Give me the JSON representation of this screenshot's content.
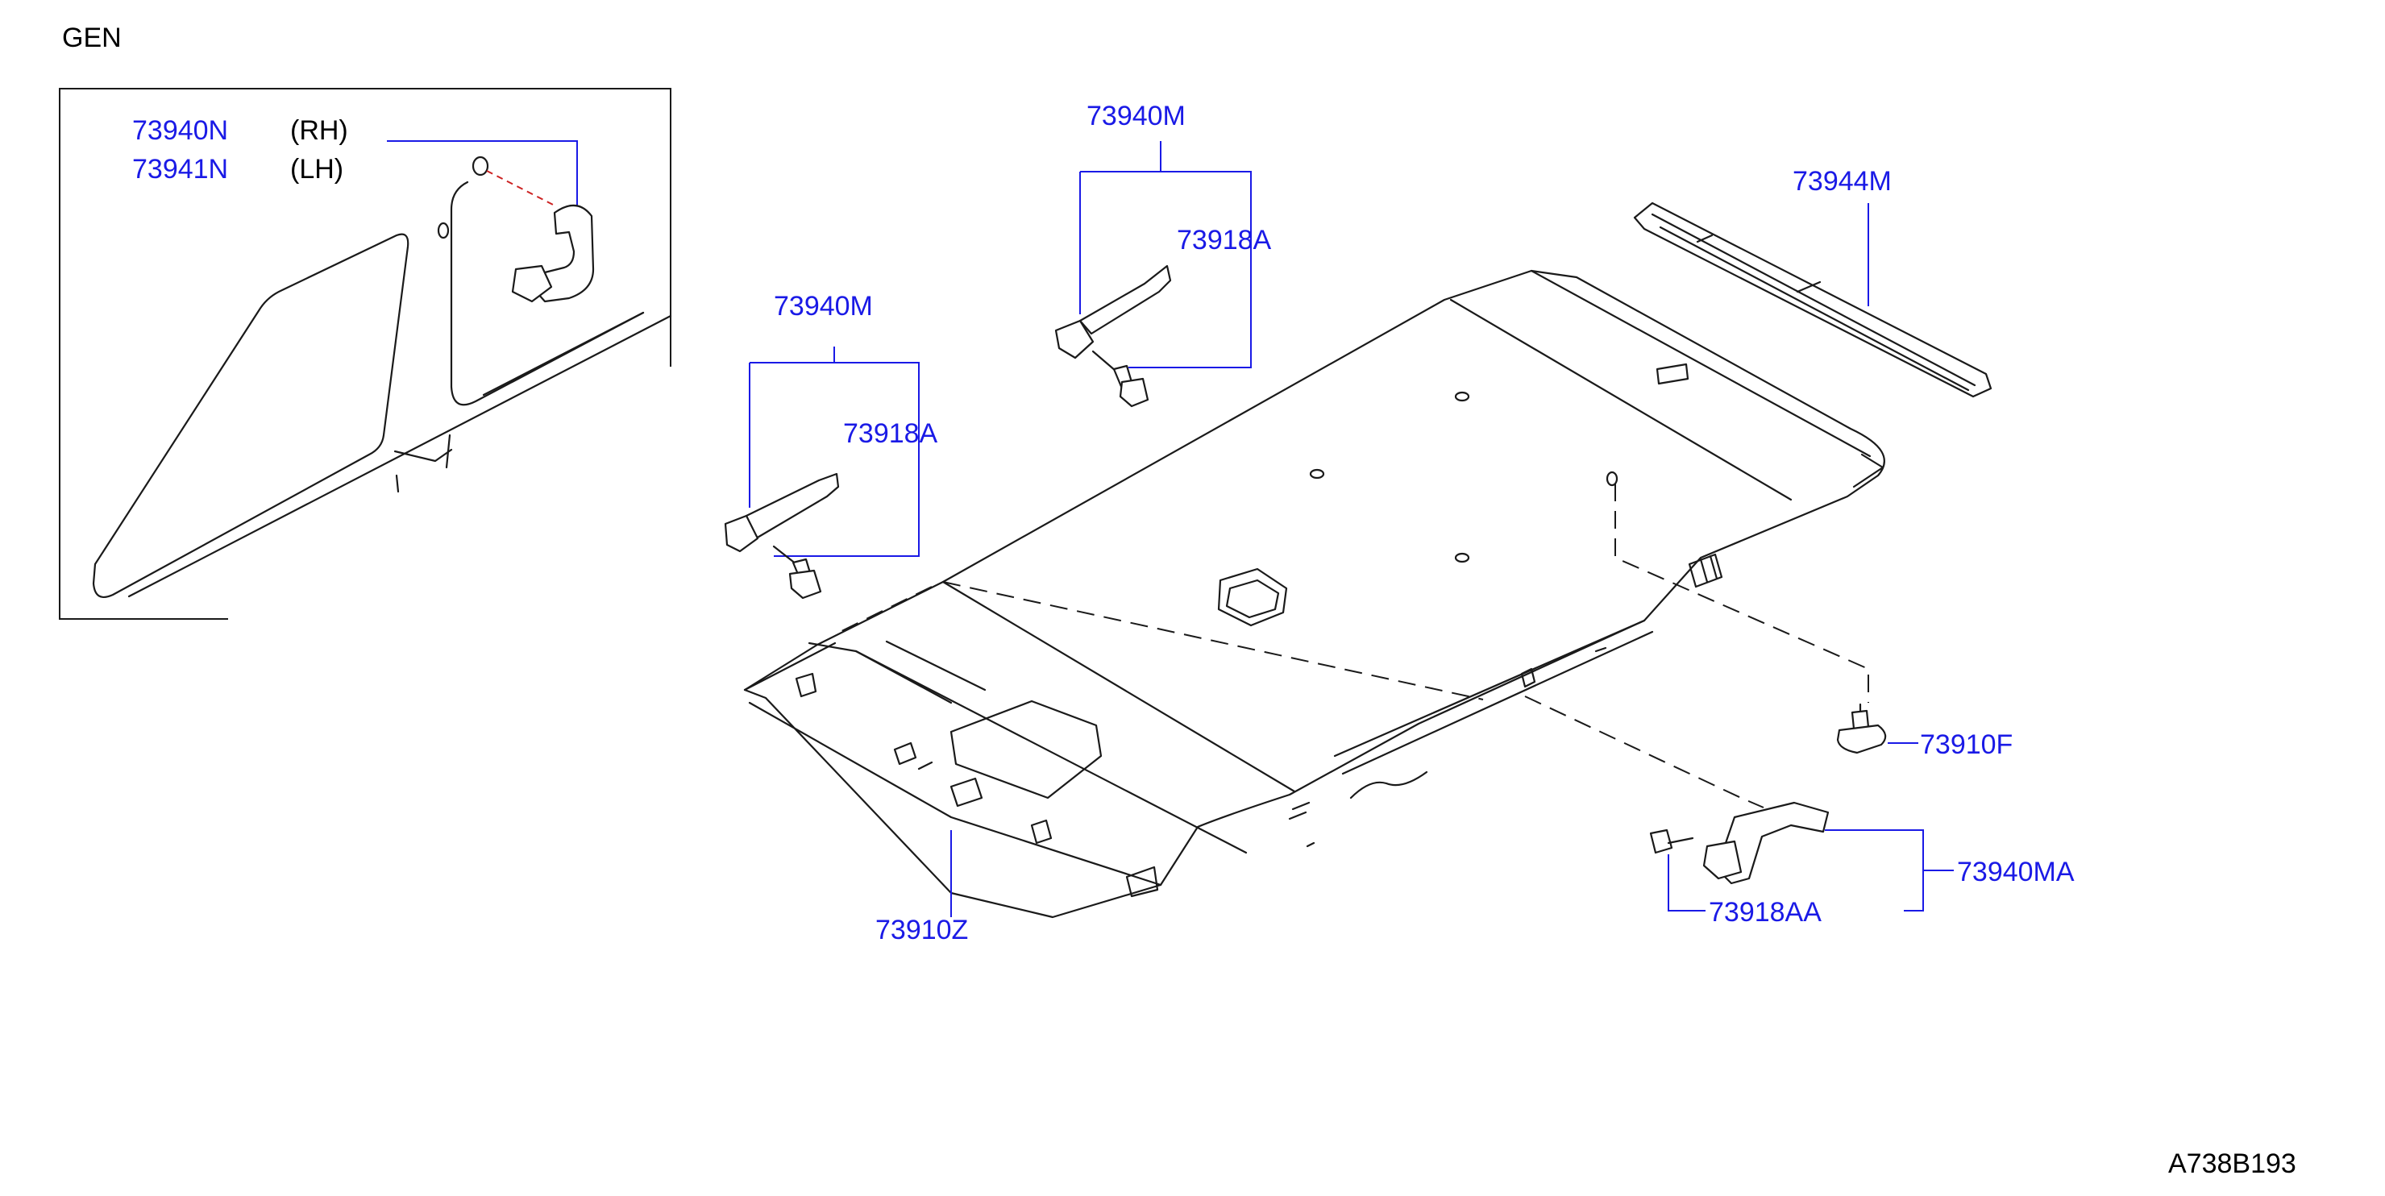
{
  "header": {
    "variant": "GEN"
  },
  "inset": {
    "rh_part": "73940N",
    "rh_side": "(RH)",
    "lh_part": "73941N",
    "lh_side": "(LH)"
  },
  "callouts": {
    "grip_left_assy": "73940M",
    "grip_left_clip": "73918A",
    "grip_center_assy": "73940M",
    "grip_center_clip": "73918A",
    "trim_strip": "73944M",
    "clip_right": "73910F",
    "grip_rear_assy": "73940MA",
    "grip_rear_clip": "73918AA",
    "headlining": "73910Z"
  },
  "footer": {
    "diagram_code": "A738B193"
  },
  "colors": {
    "part_number": "#1a1ae6",
    "line": "#1a1a1a",
    "guide_dash": "#cc2222"
  }
}
